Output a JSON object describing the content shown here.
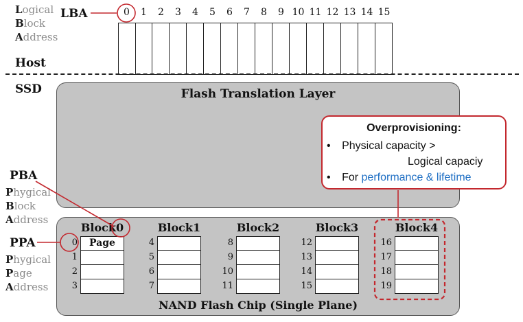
{
  "host": {
    "lba_label_lines": [
      "L",
      "ogical",
      "B",
      "lock",
      "A",
      "ddress"
    ],
    "lba_tag": "LBA",
    "host_label": "Host",
    "lba_numbers": [
      "0",
      "1",
      "2",
      "3",
      "4",
      "5",
      "6",
      "7",
      "8",
      "9",
      "10",
      "11",
      "12",
      "13",
      "14",
      "15"
    ]
  },
  "ssd": {
    "ssd_label": "SSD",
    "ftl_title": "Flash Translation Layer",
    "pba_tag": "PBA",
    "pba_label_lines": [
      "P",
      "hygical",
      "B",
      "lock",
      "A",
      "ddress"
    ],
    "ppa_tag": "PPA",
    "ppa_label_lines": [
      "P",
      "hygical",
      "P",
      "age",
      "A",
      "ddress"
    ],
    "chip_title": "NAND Flash Chip (Single Plane)",
    "page_label": "Page",
    "blocks": [
      {
        "name": "Block0",
        "pages": [
          "0",
          "1",
          "2",
          "3"
        ]
      },
      {
        "name": "Block1",
        "pages": [
          "4",
          "5",
          "6",
          "7"
        ]
      },
      {
        "name": "Block2",
        "pages": [
          "8",
          "9",
          "10",
          "11"
        ]
      },
      {
        "name": "Block3",
        "pages": [
          "12",
          "13",
          "14",
          "15"
        ]
      },
      {
        "name": "Block4",
        "pages": [
          "16",
          "17",
          "18",
          "19"
        ]
      }
    ]
  },
  "overprovisioning": {
    "title": "Overprovisioning:",
    "bullet1_line1": "Physical capacity >",
    "bullet1_line2": "Logical capaciy",
    "bullet2_prefix": "For ",
    "bullet2_highlight": "performance & lifetime"
  },
  "colors": {
    "accent_red": "#c3282e",
    "highlight_blue": "#1f6fc4",
    "panel_gray": "#c4c4c4"
  }
}
